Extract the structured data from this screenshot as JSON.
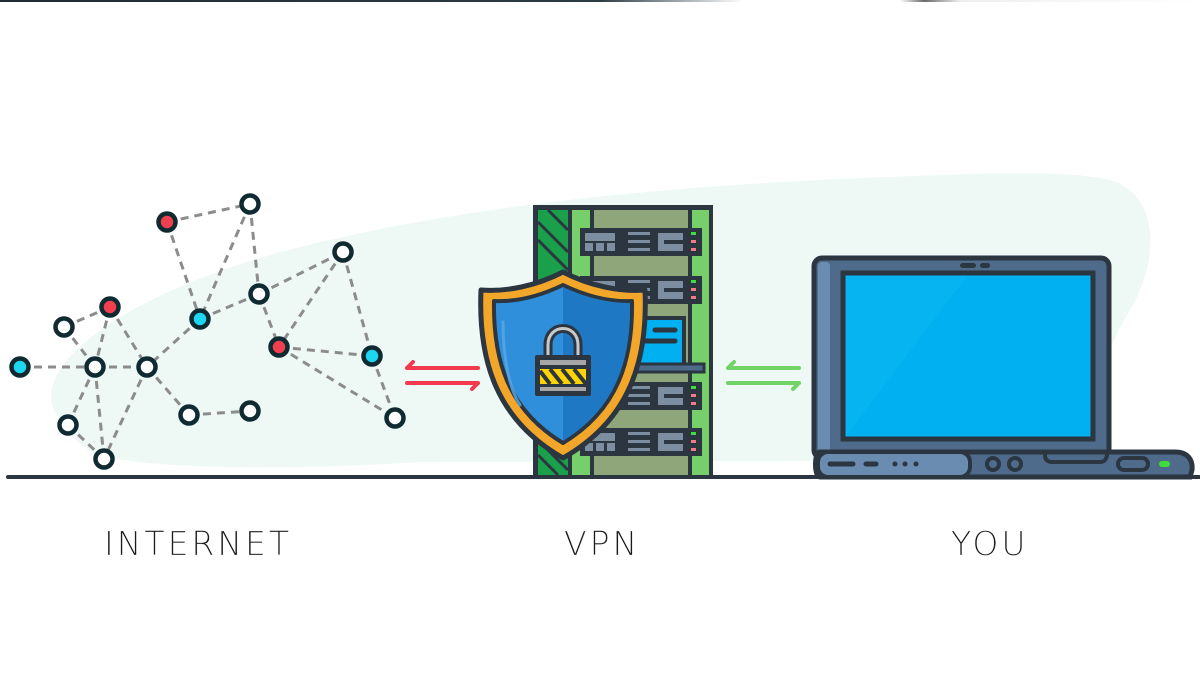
{
  "labels": {
    "internet": "INTERNET",
    "vpn": "VPN",
    "you": "YOU"
  },
  "colors": {
    "background": "#ffffff",
    "blob": "#eef9f6",
    "outline": "#2b3641",
    "node_dark_ring": "#0f2a30",
    "node_red": "#f0404f",
    "node_cyan": "#1fd6f0",
    "node_white": "#ffffff",
    "edge_dash": "#8c8c8c",
    "arrow_red": "#f2394d",
    "arrow_green": "#72d468",
    "rack_green_dark": "#1aa04a",
    "rack_green_light": "#76cf6a",
    "rack_olive": "#8ea67a",
    "server_gray": "#7d8ea0",
    "shield_gold": "#f2a62a",
    "shield_blue_left": "#2f8fdb",
    "shield_blue_right": "#1f78c4",
    "lock_yellow": "#ffd400",
    "laptop_body": "#4e6b8c",
    "laptop_screen": "#00b0f0",
    "led_green": "#3fdc3a"
  },
  "network": {
    "node_types": [
      "red",
      "white",
      "white",
      "white",
      "cyan",
      "red",
      "white",
      "cyan",
      "white",
      "white",
      "red",
      "cyan",
      "white",
      "white",
      "white",
      "white",
      "white"
    ],
    "edge_count": 24
  },
  "arrows": {
    "internet_vpn": {
      "color": "red",
      "directions": [
        "left",
        "right"
      ]
    },
    "vpn_you": {
      "color": "green",
      "directions": [
        "left",
        "right"
      ]
    }
  },
  "server_rack": {
    "units": 5,
    "drawer_open": true
  },
  "lock": {
    "state": "locked"
  }
}
